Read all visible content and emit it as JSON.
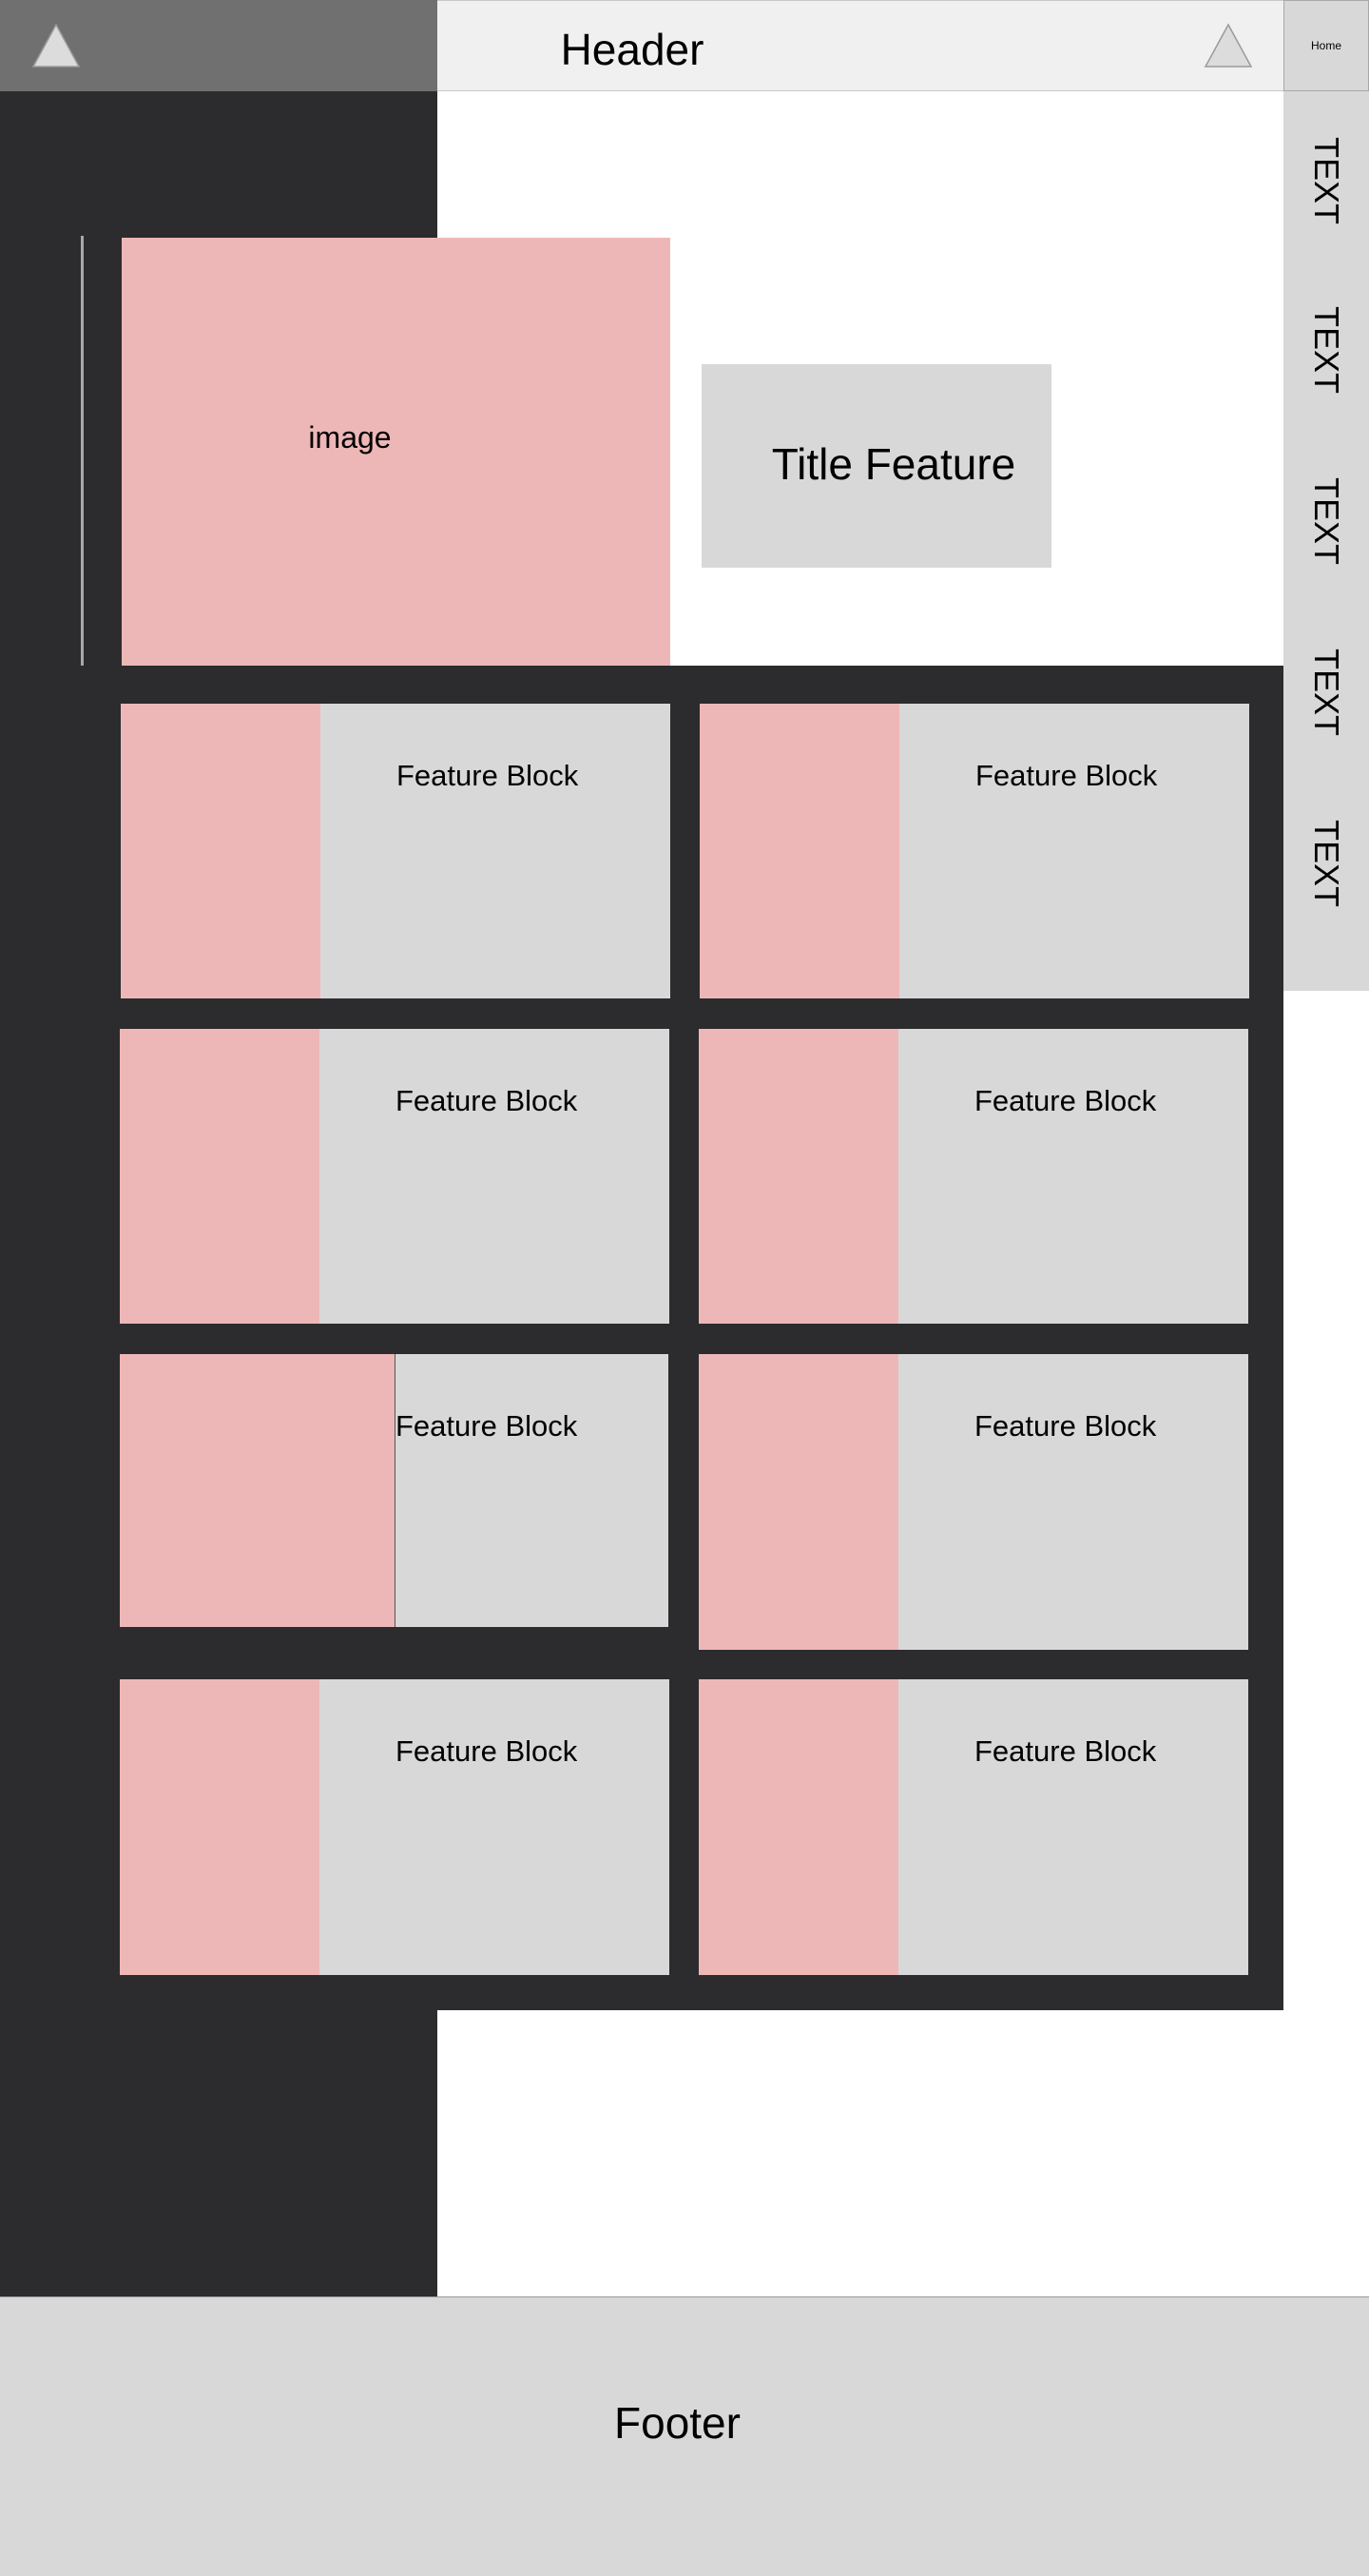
{
  "header": {
    "title": "Header",
    "home_label": "Home"
  },
  "right_nav": {
    "items": [
      "TEXT",
      "TEXT",
      "TEXT",
      "TEXT",
      "TEXT"
    ]
  },
  "hero": {
    "image_label": "image",
    "title_feature": "Title Feature"
  },
  "feature_blocks": [
    {
      "label": "Feature Block"
    },
    {
      "label": "Feature Block"
    },
    {
      "label": "Feature Block"
    },
    {
      "label": "Feature Block"
    },
    {
      "label": "Feature Block"
    },
    {
      "label": "Feature Block"
    },
    {
      "label": "Feature Block"
    },
    {
      "label": "Feature Block"
    }
  ],
  "footer": {
    "text": "Footer"
  },
  "colors": {
    "dark_background": "#2c2b2e",
    "image_placeholder": "#eeb7b7",
    "block_gray": "#d8d8d8",
    "header_gray": "#f0f0f0",
    "header_dark": "#707070"
  },
  "icons": [
    "triangle-left-icon",
    "triangle-right-icon"
  ]
}
